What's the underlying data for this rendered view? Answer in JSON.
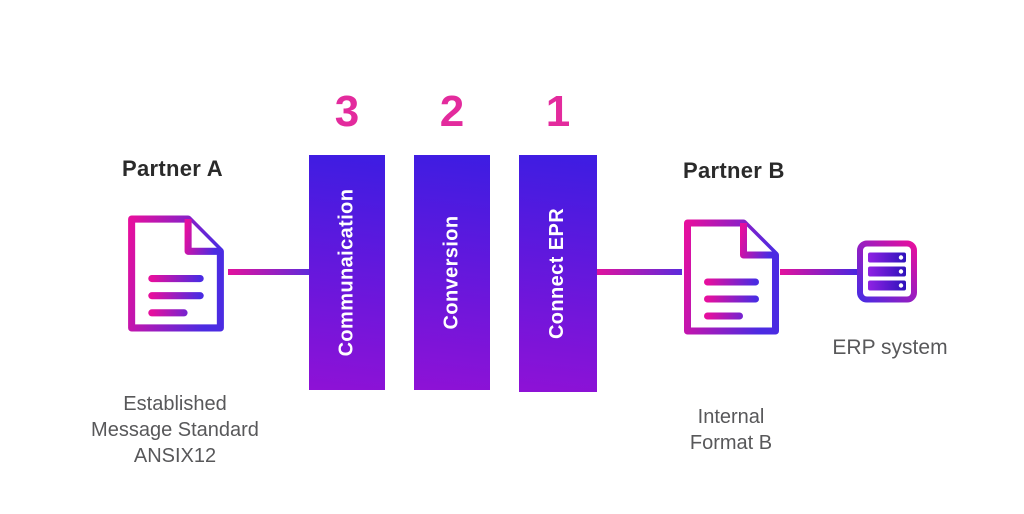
{
  "partners": {
    "a": {
      "title": "Partner A",
      "caption": "Established\nMessage Standard\nANSIX12"
    },
    "b": {
      "title": "Partner B",
      "caption": "Internal\nFormat B"
    }
  },
  "steps": [
    {
      "number": "3",
      "label": "Communaication"
    },
    {
      "number": "2",
      "label": "Conversion"
    },
    {
      "number": "1",
      "label": "Connect EPR"
    }
  ],
  "erp": {
    "label": "ERP system"
  },
  "icons": {
    "partner_a_document": "document-icon",
    "partner_b_document": "document-icon",
    "erp_server": "server-icon"
  },
  "colors": {
    "accent_pink": "#e32b9d",
    "bar_gradient_top": "#3d1de2",
    "bar_gradient_bottom": "#8e12d6",
    "icon_pink": "#e50f9e",
    "icon_blue": "#4b2be2",
    "slot_violet": "#9022e4",
    "slot_blue": "#2d12bb",
    "heading_text": "#2a2a2a",
    "caption_text": "#58585a",
    "bar_label_text": "#ffffff",
    "background": "#ffffff"
  }
}
